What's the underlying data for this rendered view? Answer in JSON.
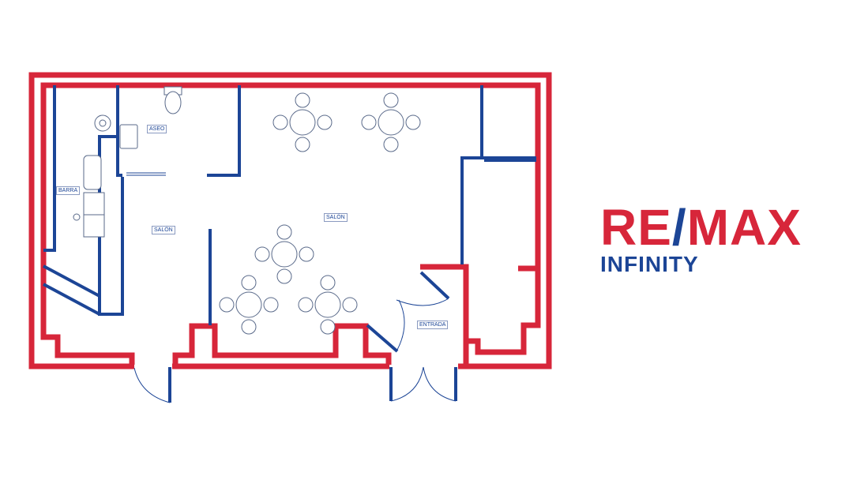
{
  "floor_plan": {
    "rooms": {
      "aseo": "ASEO",
      "barra": "BARRA",
      "salon_left": "SALÓN",
      "salon_main": "SALÓN",
      "entrada": "ENTRADA"
    },
    "colors": {
      "walls_exterior": "#d7263a",
      "walls_interior": "#1c4596"
    }
  },
  "logo": {
    "re": "RE",
    "slash": "/",
    "max": "MAX",
    "subtitle": "INFINITY"
  }
}
